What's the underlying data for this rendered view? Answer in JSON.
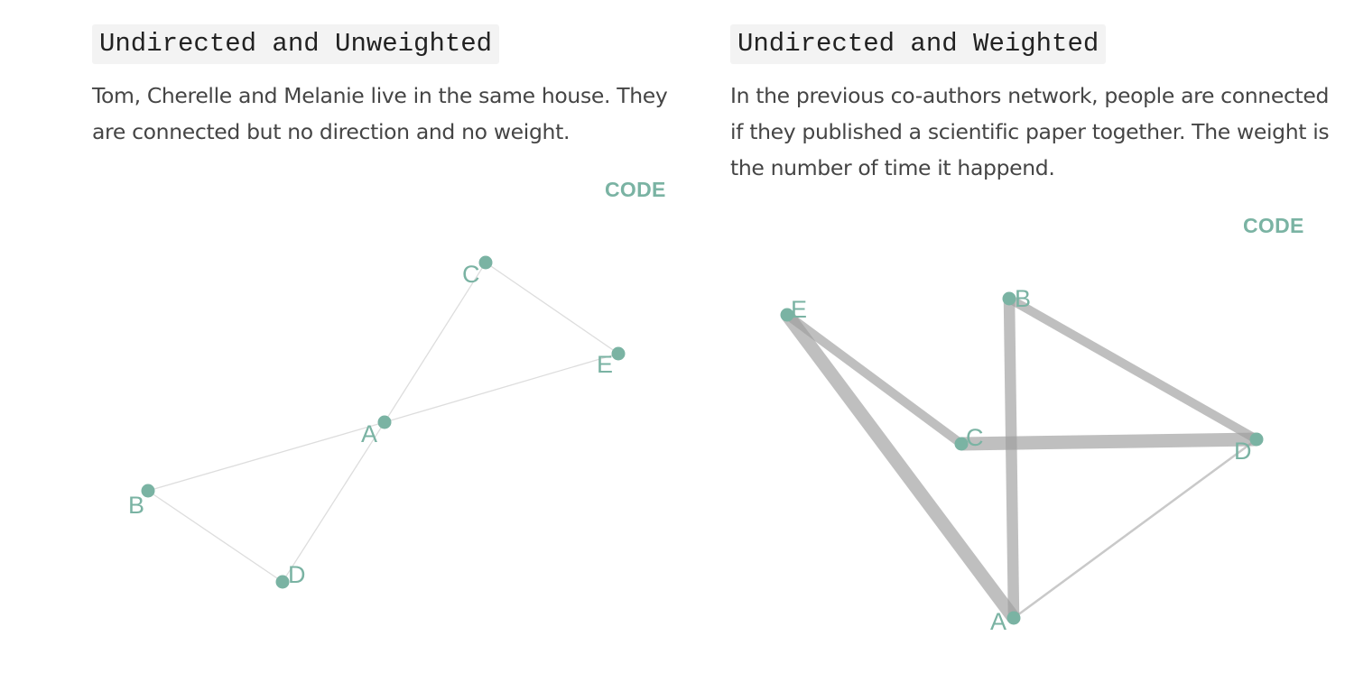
{
  "left_panel": {
    "title": "Undirected and Unweighted",
    "description": "Tom, Cherelle and Melanie live in the same house. They are connected but no direction and no weight.",
    "code_label": "CODE",
    "graph": {
      "nodes": [
        "A",
        "B",
        "C",
        "D",
        "E"
      ],
      "edges": [
        {
          "source": "A",
          "target": "C"
        },
        {
          "source": "A",
          "target": "E"
        },
        {
          "source": "A",
          "target": "B"
        },
        {
          "source": "A",
          "target": "D"
        },
        {
          "source": "B",
          "target": "D"
        },
        {
          "source": "C",
          "target": "E"
        }
      ]
    }
  },
  "right_panel": {
    "title": "Undirected and Weighted",
    "description": "In the previous co-authors network, people are connected if they published a scientific paper together. The weight is the number of time it happend.",
    "code_label": "CODE",
    "graph": {
      "nodes": [
        "A",
        "B",
        "C",
        "D",
        "E"
      ],
      "edges": [
        {
          "source": "E",
          "target": "A",
          "weight": 6
        },
        {
          "source": "E",
          "target": "C",
          "weight": 4
        },
        {
          "source": "B",
          "target": "A",
          "weight": 5
        },
        {
          "source": "B",
          "target": "D",
          "weight": 4
        },
        {
          "source": "C",
          "target": "D",
          "weight": 6
        },
        {
          "source": "A",
          "target": "D",
          "weight": 1
        }
      ]
    }
  },
  "colors": {
    "node": "#7ab3a3",
    "edge_light": "#dddddd",
    "edge_weighted": "#9c9c9c",
    "code_link": "#7ab3a3"
  }
}
